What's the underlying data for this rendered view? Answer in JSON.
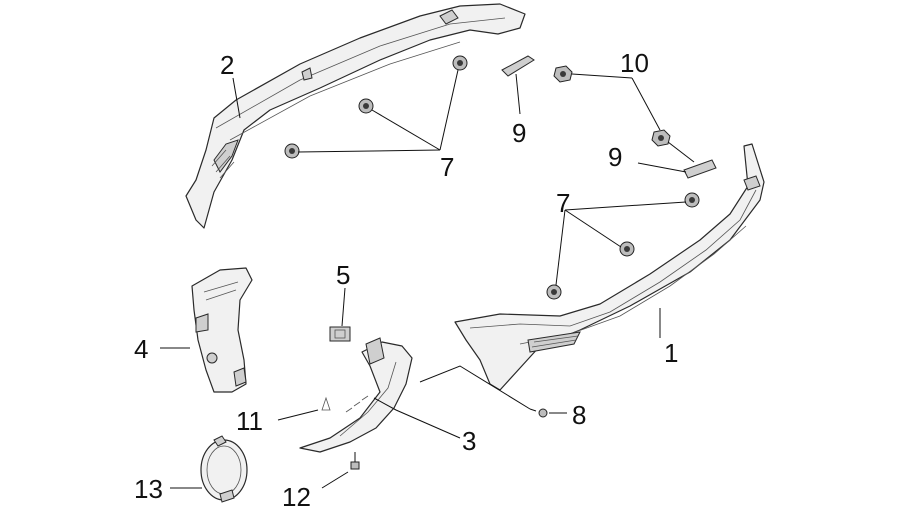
{
  "callouts": [
    {
      "id": "1",
      "text": "1"
    },
    {
      "id": "2",
      "text": "2"
    },
    {
      "id": "3",
      "text": "3"
    },
    {
      "id": "4",
      "text": "4"
    },
    {
      "id": "5",
      "text": "5"
    },
    {
      "id": "7a",
      "text": "7"
    },
    {
      "id": "7b",
      "text": "7"
    },
    {
      "id": "8",
      "text": "8"
    },
    {
      "id": "9a",
      "text": "9"
    },
    {
      "id": "9b",
      "text": "9"
    },
    {
      "id": "10",
      "text": "10"
    },
    {
      "id": "11",
      "text": "11"
    },
    {
      "id": "12",
      "text": "12"
    },
    {
      "id": "13",
      "text": "13"
    }
  ]
}
